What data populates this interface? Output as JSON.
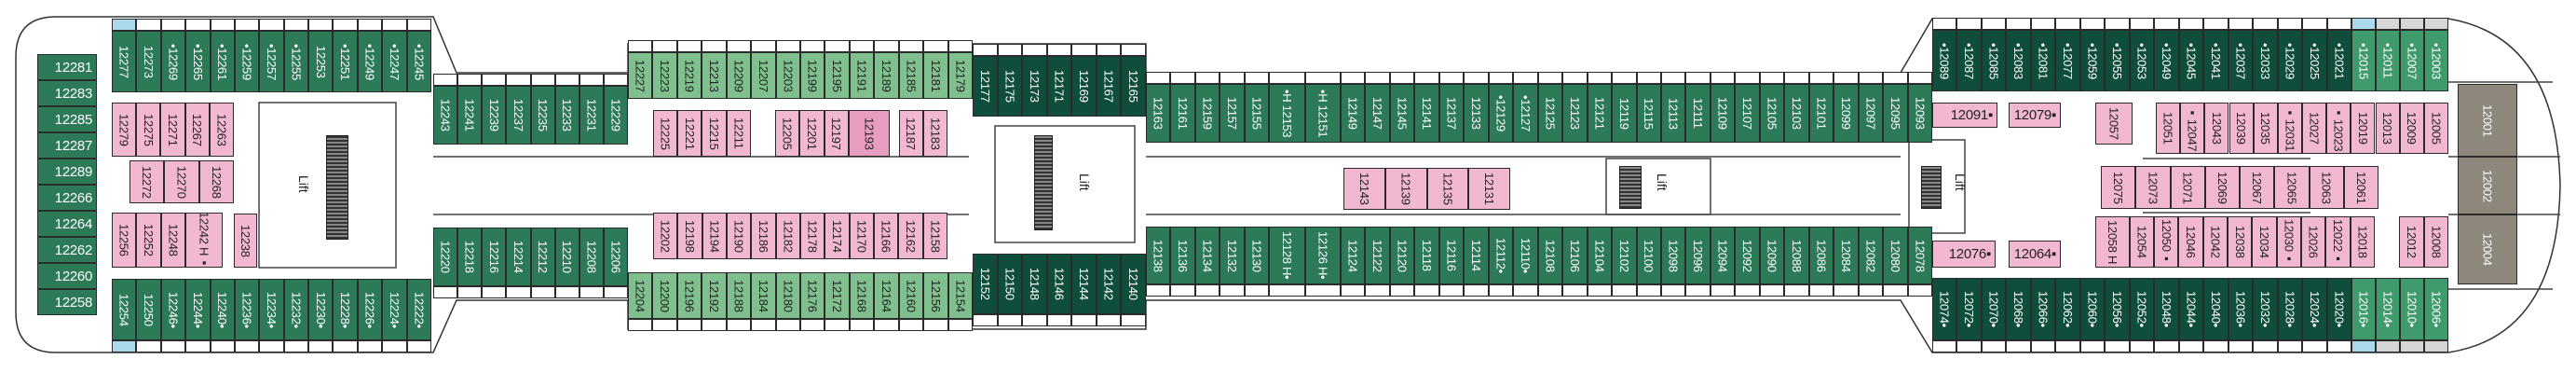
{
  "lift_label": "Lift",
  "colors": {
    "mid": "#2d7a58",
    "dark": "#0f4d3d",
    "light": "#7fc08e",
    "pink": "#f2b8d2",
    "pink_dark": "#e79cc0",
    "suite": "#8d877c",
    "accent_blue": "#a9d9ea",
    "accent_grey": "#d6d6d6"
  },
  "rows": {
    "aft_port_col": {
      "type": "mid",
      "cabins": [
        "12281",
        "12283",
        "12285",
        "12287",
        "12289",
        "12266",
        "12264",
        "12262",
        "12260",
        "12258"
      ]
    },
    "aft_top": {
      "type": "mid",
      "cabins": [
        "12277",
        "12273",
        "•12269",
        "•12265",
        "•12261",
        "•12259",
        "•12257",
        "•12255",
        "12253",
        "•12251",
        "•12249",
        "•12247",
        "•12245"
      ]
    },
    "aft_bottom": {
      "type": "mid",
      "cabins": [
        "12254",
        "12250",
        "12246•",
        "12244•",
        "12240•",
        "12236•",
        "12234•",
        "12232•",
        "12230•",
        "12228•",
        "12226•",
        "12224•",
        "12222•"
      ]
    },
    "aft_pink_a": {
      "type": "pink",
      "cabins": [
        "12279",
        "12275",
        "12271",
        "12267",
        "12263"
      ]
    },
    "aft_pink_b": {
      "type": "pink",
      "cabins": [
        "12272",
        "12270",
        "12268"
      ]
    },
    "aft_pink_c": {
      "type": "pink",
      "cabins": [
        "12256",
        "12252",
        "12248",
        "12242 H▪"
      ]
    },
    "aft_pink_d": {
      "type": "pink",
      "cabins": [
        "12238"
      ]
    },
    "b_top": {
      "type": "mid",
      "cabins": [
        "12243",
        "12241",
        "12239",
        "12237",
        "12235",
        "12233",
        "12231",
        "12229"
      ]
    },
    "b_bottom": {
      "type": "mid",
      "cabins": [
        "12220",
        "12218",
        "12216",
        "12214",
        "12212",
        "12210",
        "12208",
        "12206"
      ]
    },
    "c_top": {
      "type": "light",
      "cabins": [
        "12227",
        "12223",
        "12219",
        "12213",
        "12209",
        "12207",
        "12203",
        "12199",
        "12195",
        "12191",
        "12189",
        "12185",
        "12181",
        "12179"
      ]
    },
    "c_bottom": {
      "type": "light",
      "cabins": [
        "12204",
        "12200",
        "12196",
        "12192",
        "12188",
        "12184",
        "12180",
        "12176",
        "12172",
        "12168",
        "12164",
        "12160",
        "12156",
        "12154"
      ]
    },
    "c_pink_top": {
      "type": "pink",
      "cabins": [
        "12225",
        "12221",
        "12215",
        "12211",
        null,
        "12205",
        "12201",
        "12197",
        "12193",
        null,
        "12187",
        "12183"
      ]
    },
    "c_pink_bottom": {
      "type": "pink",
      "cabins": [
        "12202",
        "12198",
        "12194",
        "12190",
        "12186",
        "12182",
        "12178",
        "12174",
        "12170",
        "12166",
        "12162",
        "12158"
      ]
    },
    "d_top": {
      "type": "dark",
      "cabins": [
        "12177",
        "12175",
        "12173",
        "12171",
        "12169",
        "12167",
        "12165"
      ]
    },
    "d_bottom": {
      "type": "dark",
      "cabins": [
        "12152",
        "12150",
        "12148",
        "12146",
        "12144",
        "12142",
        "12140"
      ]
    },
    "e_top": {
      "type": "mid",
      "cabins": [
        "12163",
        "12161",
        "12159",
        "12157",
        "12155",
        "•H 12153",
        "•H 12151",
        "12149",
        "12147",
        "12145",
        "12141",
        "12137",
        "12133",
        "•12129",
        "•12127",
        "12125",
        "12123",
        "12121",
        "12119",
        "12115",
        "12113",
        "12111",
        "12109",
        "12107",
        "12105",
        "12103",
        "12101",
        "12099",
        "12097",
        "12095",
        "12093"
      ]
    },
    "e_bottom": {
      "type": "mid",
      "cabins": [
        "12138",
        "12136",
        "12134",
        "12132",
        "12130",
        "12128 H•",
        "12126 H•",
        "12124",
        "12122",
        "12120",
        "12118",
        "12116",
        "12114",
        "12112•",
        "12110•",
        "12108",
        "12106",
        "12104",
        "12102",
        "12100",
        "12098",
        "12096",
        "12094",
        "12092",
        "12090",
        "12088",
        "12086",
        "12084",
        "12082",
        "12080",
        "12078"
      ]
    },
    "e_pink": {
      "type": "pink",
      "cabins": [
        "12143",
        "12139",
        "12135",
        "12131"
      ]
    },
    "f_top_dark": {
      "type": "dark",
      "cabins": [
        "•12089",
        "•12087",
        "•12085",
        "•12083",
        "•12081",
        "•12077",
        "•12059",
        "•12055",
        "•12053",
        "•12049",
        "•12045",
        "•12041",
        "•12037",
        "•12033",
        "•12029",
        "•12025",
        "•12021"
      ]
    },
    "f_top_light": {
      "type": "mid_light",
      "cabins": [
        "•12015",
        "•12011",
        "•12007",
        "•12003"
      ]
    },
    "f_bottom_dark": {
      "type": "dark",
      "cabins": [
        "12074•",
        "12072•",
        "12070•",
        "12068•",
        "12066•",
        "12062•",
        "12060•",
        "12056•",
        "12052•",
        "12048•",
        "12044•",
        "12040•",
        "12036•",
        "12032•",
        "12028•",
        "12024•",
        "12020•"
      ]
    },
    "f_bottom_light": {
      "type": "mid_light",
      "cabins": [
        "12016•",
        "12014•",
        "12010•",
        "12006•"
      ]
    },
    "f_pink_h1a": {
      "type": "pink",
      "cabins": [
        "12091▪"
      ]
    },
    "f_pink_h1b": {
      "type": "pink",
      "cabins": [
        "12079▪"
      ]
    },
    "f_pink_h2a": {
      "type": "pink",
      "cabins": [
        "12076▪"
      ]
    },
    "f_pink_h2b": {
      "type": "pink",
      "cabins": [
        "12064▪"
      ]
    },
    "f_pink_57": {
      "type": "pink",
      "cabins": [
        "12057"
      ]
    },
    "f_pink_top": {
      "type": "pink",
      "cabins": [
        "12051",
        "▪12047",
        "12043",
        "12039",
        "12035",
        "▪12031",
        "12027",
        "▪12023",
        "12019",
        "12013",
        "12009",
        "12005"
      ]
    },
    "f_pink_mid": {
      "type": "pink",
      "cabins": [
        "12075",
        "12073",
        "12071",
        "12069",
        "12067",
        "12065",
        "12063",
        "12061"
      ]
    },
    "f_pink_bottom": {
      "type": "pink",
      "cabins": [
        "12058 H",
        "12054",
        "12050▪",
        "12046",
        "12042",
        "12038",
        "12034",
        "12030▪",
        "12026",
        "12022▪",
        "12018"
      ]
    },
    "f_pink_small": {
      "type": "pink",
      "cabins": [
        "12012",
        "12008"
      ]
    },
    "suites": {
      "type": "suite",
      "cabins": [
        "12001",
        "12002",
        "12004"
      ]
    }
  }
}
